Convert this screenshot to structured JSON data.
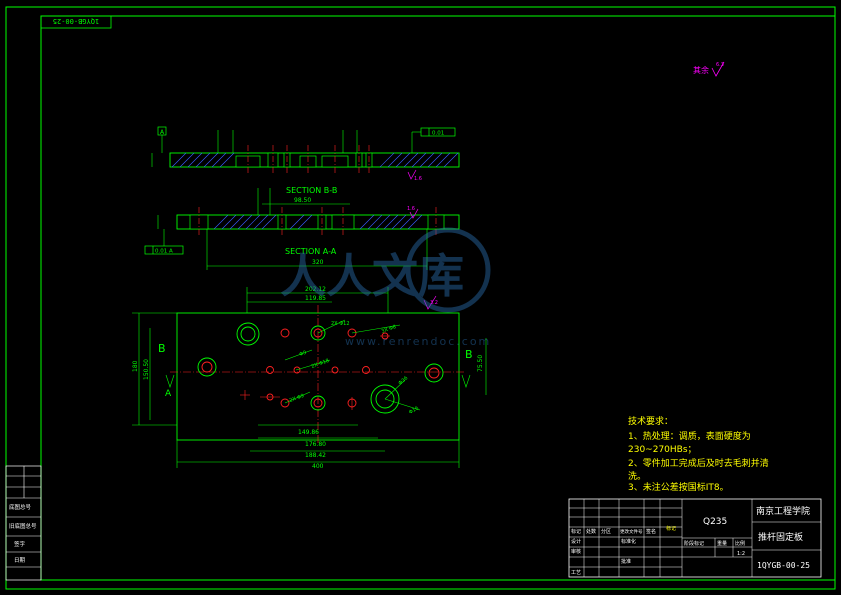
{
  "frame": {
    "code_box_flipped": "1QYGB-00-25"
  },
  "surface_finish": {
    "label": "其余",
    "value": "6.3"
  },
  "views": {
    "top_section_label": "SECTION B-B",
    "middle_section_label": "SECTION A-A",
    "datum_a": "A",
    "datum_b": "B",
    "flatness_top": "0.01",
    "flatness_mid": "0.01 A",
    "roughness_top": "1.6",
    "roughness_mid": "1.6",
    "roughness_plan": "3.2"
  },
  "dimensions": {
    "sec_bb_inner": "98.50",
    "sec_aa_overall": "320",
    "plan_top1": "202.12",
    "plan_top2": "119.85",
    "plan_bot1": "149.86",
    "plan_bot2": "176.80",
    "plan_bot3": "188.42",
    "plan_bot4": "400",
    "plan_left1": "180",
    "plan_left2": "150.50",
    "plan_right": "75.50",
    "dia_labels": [
      "2X Φ12",
      "3X Φ8",
      "Φ9",
      "2X Φ18",
      "Φ36",
      "Φ16",
      "2X Φ9"
    ]
  },
  "tech_requirements": {
    "heading": "技术要求：",
    "line1": "1、热处理：调质，表面硬度为",
    "line2": "230~270HBs；",
    "line3": "2、零件加工完成后及时去毛刺并清",
    "line4": "洗。",
    "line5": "3、未注公差按国标IT8。"
  },
  "watermark": {
    "chars": "人人文库",
    "url": "www.renrendoc.com"
  },
  "title_block": {
    "material": "Q235",
    "school": "南京工程学院",
    "part_name": "推杆固定板",
    "drawing_no": "1QYGB-00-25",
    "scale": "1:2",
    "row_labels": [
      "标记",
      "处数",
      "分区",
      "更改文件号",
      "签名",
      "年月日"
    ],
    "left_labels": [
      "设计",
      "审核",
      "工艺"
    ],
    "std_label": "标准化",
    "approve_label": "批准",
    "stage_label": "阶段标记",
    "weight_label": "重量",
    "scale_label": "比例"
  },
  "left_strip": {
    "labels": [
      "底图总号",
      "旧底图总号",
      "签字",
      "日期"
    ]
  }
}
